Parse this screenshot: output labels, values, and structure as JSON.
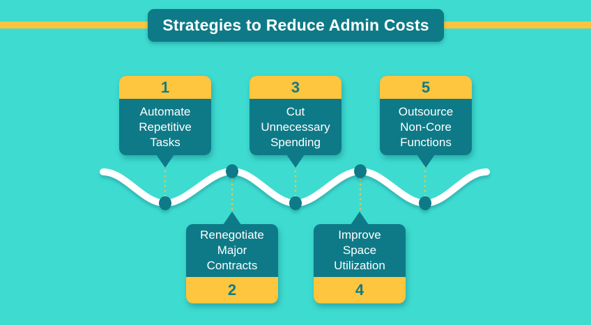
{
  "title": "Strategies to Reduce Admin Costs",
  "colors": {
    "background": "#3EDBD1",
    "dark_teal": "#0E7A87",
    "gold": "#FEC53E",
    "wave": "#FFFFFF",
    "dotted_connector": "#F2C13E",
    "card_text": "#FFFFFF"
  },
  "timeline": {
    "items": [
      {
        "number": "1",
        "label": "Automate\nRepetitive\nTasks",
        "position": "top"
      },
      {
        "number": "2",
        "label": "Renegotiate\nMajor\nContracts",
        "position": "bottom"
      },
      {
        "number": "3",
        "label": "Cut\nUnnecessary\nSpending",
        "position": "top"
      },
      {
        "number": "4",
        "label": "Improve\nSpace\nUtilization",
        "position": "bottom"
      },
      {
        "number": "5",
        "label": "Outsource\nNon-Core\nFunctions",
        "position": "top"
      }
    ]
  }
}
